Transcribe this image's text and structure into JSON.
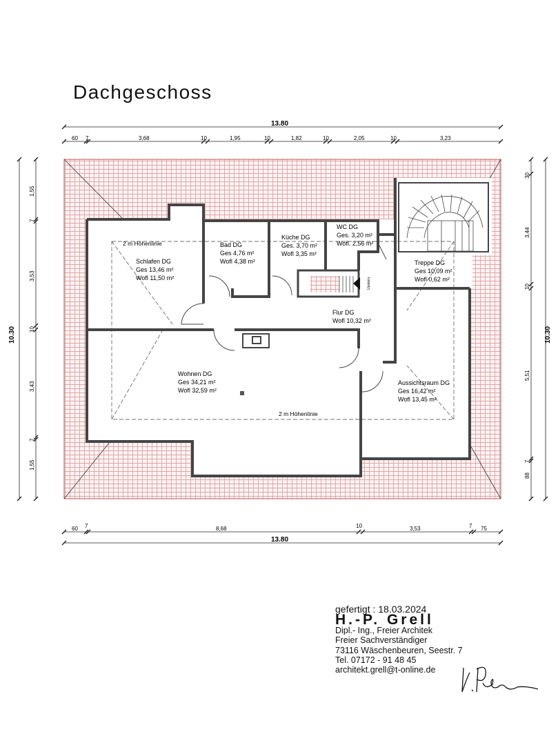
{
  "title": "Dachgeschoss",
  "dimensions": {
    "top_total": "13.80",
    "top_segments": [
      "60",
      "7",
      "3,68",
      "10",
      "1,95",
      "10",
      "1,82",
      "10",
      "2,05",
      "10",
      "3,23"
    ],
    "bottom_total": "13.80",
    "bottom_segments": [
      "60",
      "7",
      "8,68",
      "10",
      "3,53",
      "7",
      "75"
    ],
    "left_total": "10.30",
    "left_segments": [
      "1,55",
      "7",
      "3,53",
      "10",
      "3,43",
      "7",
      "1,55"
    ],
    "right_total": "10.30",
    "right_segments": [
      "30",
      "3,44",
      "10",
      "5,51",
      "7",
      "88"
    ]
  },
  "rooms": [
    {
      "name": "Schlafen DG",
      "ges": "Ges  13,46 m²",
      "wofl": "Wofl  11,50 m²"
    },
    {
      "name": "Bad DG",
      "ges": "Ges  4,76 m²",
      "wofl": "Wofl  4,38 m²"
    },
    {
      "name": "Küche DG",
      "ges": "Ges.  3,70 m²",
      "wofl": "Wofl  3,35 m²"
    },
    {
      "name": "WC DG",
      "ges": "Ges.  3,20 m²",
      "wofl": "Wofl.  2,56 m²"
    },
    {
      "name": "Treppe DG",
      "ges": "Ges  10,09 m²",
      "wofl": "Wofl  0,62 m²"
    },
    {
      "name": "Flur DG",
      "ges": "",
      "wofl": "Wofl  10,32 m²"
    },
    {
      "name": "Wohnen DG",
      "ges": "Ges  34,21 m²",
      "wofl": "Wofl  32,59 m²"
    },
    {
      "name": "Aussichtsraum DG",
      "ges": "Ges  16,42 m²",
      "wofl": "Wofl  13,45 m²"
    }
  ],
  "hoehenlinie": [
    "2 m Höhenlinie",
    "2 m Höhenlinie"
  ],
  "stair_label": "Upstairs",
  "stamp": {
    "date": "gefertigt : 18.03.2024",
    "name": "H.-P. Grell",
    "line1": "Dipl.- Ing., Freier Architek",
    "line2": "Freier Sachverständiger",
    "line3": "73116 Wäschenbeuren, Seestr. 7",
    "line4": "Tel. 07172 - 91 48 45",
    "line5": "architekt.grell@t-online.de"
  }
}
